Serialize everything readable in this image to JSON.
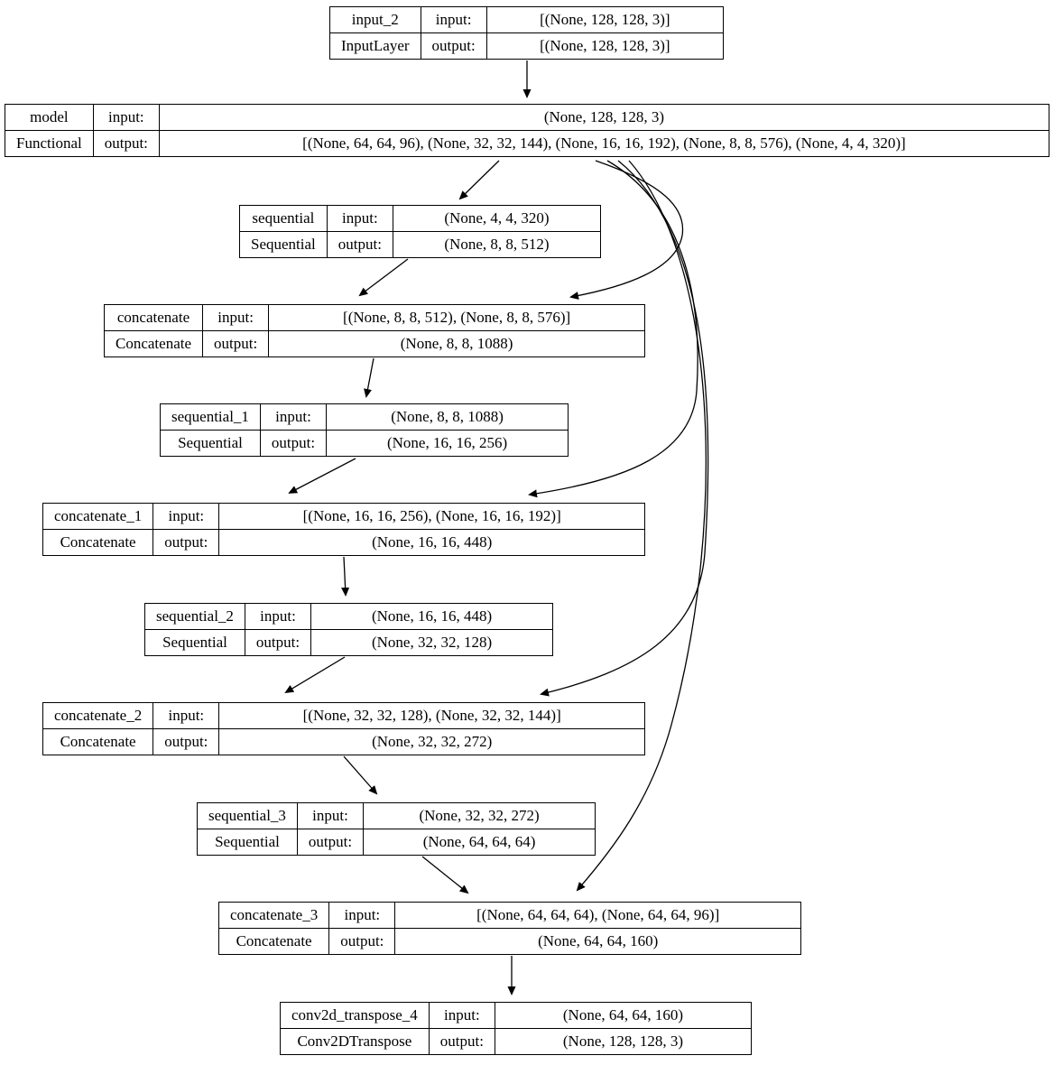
{
  "diagram": {
    "kind": "keras-model-plot",
    "background": "#ffffff",
    "line_color": "#000000"
  },
  "labels": {
    "input": "input:",
    "output": "output:"
  },
  "nodes": [
    {
      "id": "input_2",
      "name": "input_2",
      "type": "InputLayer",
      "input": "[(None, 128, 128, 3)]",
      "output": "[(None, 128, 128, 3)]"
    },
    {
      "id": "model",
      "name": "model",
      "type": "Functional",
      "input": "(None, 128, 128, 3)",
      "output": "[(None, 64, 64, 96), (None, 32, 32, 144), (None, 16, 16, 192), (None, 8, 8, 576), (None, 4, 4, 320)]"
    },
    {
      "id": "sequential",
      "name": "sequential",
      "type": "Sequential",
      "input": "(None, 4, 4, 320)",
      "output": "(None, 8, 8, 512)"
    },
    {
      "id": "concatenate",
      "name": "concatenate",
      "type": "Concatenate",
      "input": "[(None, 8, 8, 512), (None, 8, 8, 576)]",
      "output": "(None, 8, 8, 1088)"
    },
    {
      "id": "sequential_1",
      "name": "sequential_1",
      "type": "Sequential",
      "input": "(None, 8, 8, 1088)",
      "output": "(None, 16, 16, 256)"
    },
    {
      "id": "concatenate_1",
      "name": "concatenate_1",
      "type": "Concatenate",
      "input": "[(None, 16, 16, 256), (None, 16, 16, 192)]",
      "output": "(None, 16, 16, 448)"
    },
    {
      "id": "sequential_2",
      "name": "sequential_2",
      "type": "Sequential",
      "input": "(None, 16, 16, 448)",
      "output": "(None, 32, 32, 128)"
    },
    {
      "id": "concatenate_2",
      "name": "concatenate_2",
      "type": "Concatenate",
      "input": "[(None, 32, 32, 128), (None, 32, 32, 144)]",
      "output": "(None, 32, 32, 272)"
    },
    {
      "id": "sequential_3",
      "name": "sequential_3",
      "type": "Sequential",
      "input": "(None, 32, 32, 272)",
      "output": "(None, 64, 64, 64)"
    },
    {
      "id": "concatenate_3",
      "name": "concatenate_3",
      "type": "Concatenate",
      "input": "[(None, 64, 64, 64), (None, 64, 64, 96)]",
      "output": "(None, 64, 64, 160)"
    },
    {
      "id": "conv2d_transpose_4",
      "name": "conv2d_transpose_4",
      "type": "Conv2DTranspose",
      "input": "(None, 64, 64, 160)",
      "output": "(None, 128, 128, 3)"
    }
  ],
  "edges": [
    {
      "from": "input_2",
      "to": "model"
    },
    {
      "from": "model",
      "to": "sequential"
    },
    {
      "from": "model",
      "to": "concatenate"
    },
    {
      "from": "model",
      "to": "concatenate_1"
    },
    {
      "from": "model",
      "to": "concatenate_2"
    },
    {
      "from": "model",
      "to": "concatenate_3"
    },
    {
      "from": "sequential",
      "to": "concatenate"
    },
    {
      "from": "concatenate",
      "to": "sequential_1"
    },
    {
      "from": "sequential_1",
      "to": "concatenate_1"
    },
    {
      "from": "concatenate_1",
      "to": "sequential_2"
    },
    {
      "from": "sequential_2",
      "to": "concatenate_2"
    },
    {
      "from": "concatenate_2",
      "to": "sequential_3"
    },
    {
      "from": "sequential_3",
      "to": "concatenate_3"
    },
    {
      "from": "concatenate_3",
      "to": "conv2d_transpose_4"
    }
  ]
}
